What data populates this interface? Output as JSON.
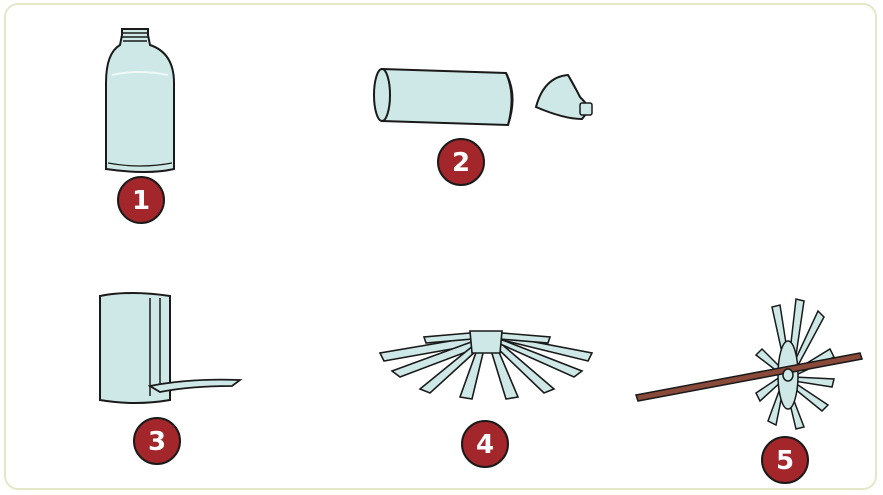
{
  "steps": [
    {
      "number": "1",
      "icon": "bottle-icon"
    },
    {
      "number": "2",
      "icon": "cut-bottle-icon"
    },
    {
      "number": "3",
      "icon": "cutting-strips-icon"
    },
    {
      "number": "4",
      "icon": "fanned-blades-icon"
    },
    {
      "number": "5",
      "icon": "pinwheel-on-stick-icon"
    }
  ],
  "colors": {
    "plastic": "#cde8e6",
    "outline": "#1a1a1a",
    "badge": "#a3262a",
    "badge_text": "#ffffff",
    "stick": "#8a4a3a",
    "border": "#e4e8c8"
  }
}
